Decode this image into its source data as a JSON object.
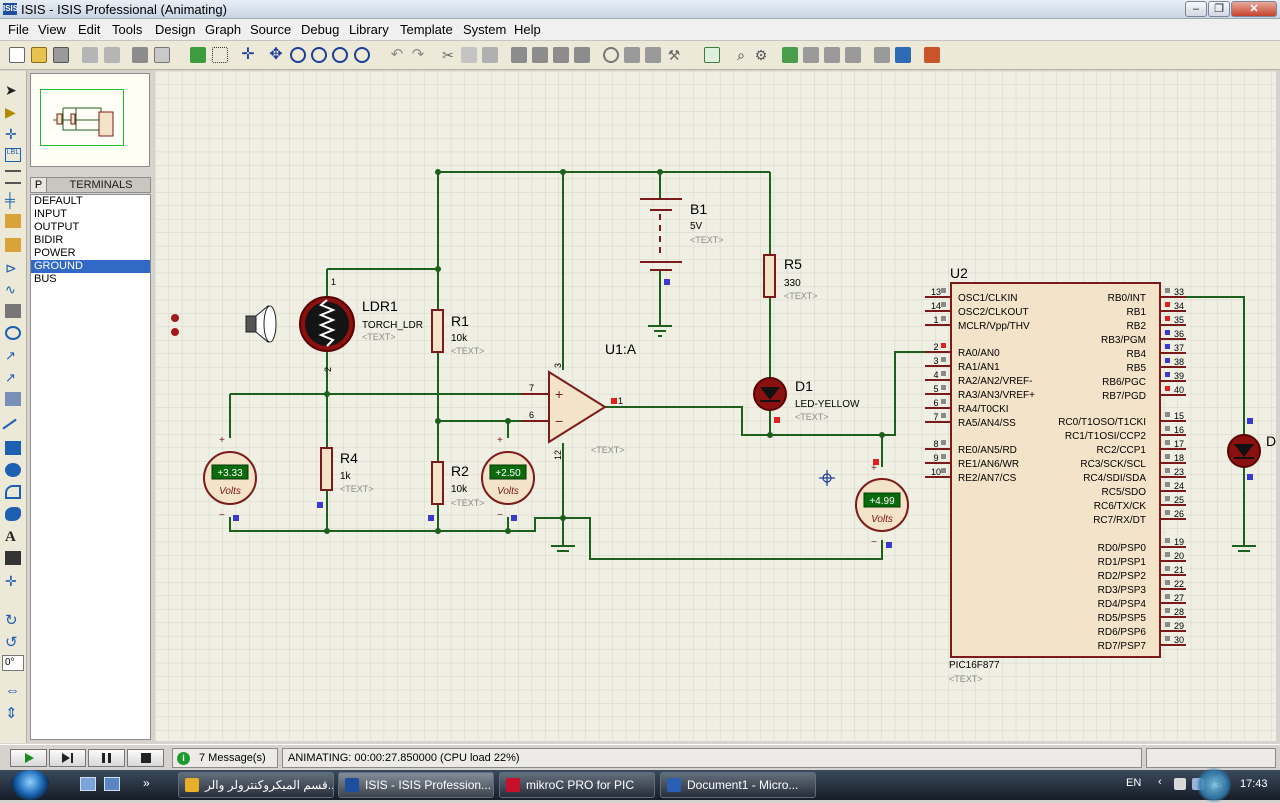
{
  "window": {
    "title": "ISIS - ISIS Professional (Animating)",
    "logo": "ISIS"
  },
  "menu": [
    "File",
    "View",
    "Edit",
    "Tools",
    "Design",
    "Graph",
    "Source",
    "Debug",
    "Library",
    "Template",
    "System",
    "Help"
  ],
  "panel": {
    "mode_button": "P",
    "header": "TERMINALS",
    "items": [
      "DEFAULT",
      "INPUT",
      "OUTPUT",
      "BIDIR",
      "POWER",
      "GROUND",
      "BUS"
    ],
    "selected": "GROUND",
    "rotation": "0°"
  },
  "schematic": {
    "components": {
      "ldr1": {
        "ref": "LDR1",
        "value": "TORCH_LDR",
        "text": "<TEXT>",
        "pin1": "1",
        "pin2": "2"
      },
      "r1": {
        "ref": "R1",
        "value": "10k",
        "text": "<TEXT>"
      },
      "r2": {
        "ref": "R2",
        "value": "10k",
        "text": "<TEXT>"
      },
      "r4": {
        "ref": "R4",
        "value": "1k",
        "text": "<TEXT>"
      },
      "r5": {
        "ref": "R5",
        "value": "330",
        "text": "<TEXT>"
      },
      "b1": {
        "ref": "B1",
        "value": "5V",
        "text": "<TEXT>"
      },
      "u1": {
        "ref": "U1:A",
        "text": "<TEXT>",
        "pin_plus": "7",
        "pin_minus": "6",
        "pin_out": "1",
        "pin_top": "3",
        "pin_bottom": "12"
      },
      "d1": {
        "ref": "D1",
        "value": "LED-YELLOW",
        "text": "<TEXT>"
      },
      "d2": {
        "ref": "D"
      },
      "u2": {
        "ref": "U2",
        "part": "PIC16F877",
        "text": "<TEXT>"
      }
    },
    "voltmeters": [
      {
        "reading": "+3.33",
        "unit": "Volts",
        "plus": "+",
        "minus": "−"
      },
      {
        "reading": "+2.50",
        "unit": "Volts",
        "plus": "+",
        "minus": "−"
      },
      {
        "reading": "+4.99",
        "unit": "Volts",
        "plus": "+",
        "minus": "−"
      }
    ],
    "pic_left_pins": [
      {
        "num": "13",
        "label": "OSC1/CLKIN"
      },
      {
        "num": "14",
        "label": "OSC2/CLKOUT"
      },
      {
        "num": "1",
        "label": "MCLR/Vpp/THV"
      },
      {
        "num": "2",
        "label": "RA0/AN0"
      },
      {
        "num": "3",
        "label": "RA1/AN1"
      },
      {
        "num": "4",
        "label": "RA2/AN2/VREF-"
      },
      {
        "num": "5",
        "label": "RA3/AN3/VREF+"
      },
      {
        "num": "6",
        "label": "RA4/T0CKI"
      },
      {
        "num": "7",
        "label": "RA5/AN4/SS"
      },
      {
        "num": "8",
        "label": "RE0/AN5/RD"
      },
      {
        "num": "9",
        "label": "RE1/AN6/WR"
      },
      {
        "num": "10",
        "label": "RE2/AN7/CS"
      }
    ],
    "pic_right_pins": [
      {
        "num": "33",
        "label": "RB0/INT"
      },
      {
        "num": "34",
        "label": "RB1"
      },
      {
        "num": "35",
        "label": "RB2"
      },
      {
        "num": "36",
        "label": "RB3/PGM"
      },
      {
        "num": "37",
        "label": "RB4"
      },
      {
        "num": "38",
        "label": "RB5"
      },
      {
        "num": "39",
        "label": "RB6/PGC"
      },
      {
        "num": "40",
        "label": "RB7/PGD"
      },
      {
        "num": "15",
        "label": "RC0/T1OSO/T1CKI"
      },
      {
        "num": "16",
        "label": "RC1/T1OSI/CCP2"
      },
      {
        "num": "17",
        "label": "RC2/CCP1"
      },
      {
        "num": "18",
        "label": "RC3/SCK/SCL"
      },
      {
        "num": "23",
        "label": "RC4/SDI/SDA"
      },
      {
        "num": "24",
        "label": "RC5/SDO"
      },
      {
        "num": "25",
        "label": "RC6/TX/CK"
      },
      {
        "num": "26",
        "label": "RC7/RX/DT"
      },
      {
        "num": "19",
        "label": "RD0/PSP0"
      },
      {
        "num": "20",
        "label": "RD1/PSP1"
      },
      {
        "num": "21",
        "label": "RD2/PSP2"
      },
      {
        "num": "22",
        "label": "RD3/PSP3"
      },
      {
        "num": "27",
        "label": "RD4/PSP4"
      },
      {
        "num": "28",
        "label": "RD5/PSP5"
      },
      {
        "num": "29",
        "label": "RD6/PSP6"
      },
      {
        "num": "30",
        "label": "RD7/PSP7"
      }
    ]
  },
  "status": {
    "messages": "7 Message(s)",
    "animation": "ANIMATING: 00:00:27.850000 (CPU load 22%)"
  },
  "taskbar": {
    "items": [
      {
        "label": "قسم الميكروكنترولر والر...",
        "icon_color": "#e8b02a"
      },
      {
        "label": "ISIS - ISIS Profession...",
        "icon_color": "#1e4f9e"
      },
      {
        "label": "mikroC PRO for PIC",
        "icon_color": "#c8102e"
      },
      {
        "label": "Document1 - Micro...",
        "icon_color": "#2b5fb4"
      }
    ],
    "language": "EN",
    "time": "17:43"
  },
  "colors": {
    "wire": "#1d5f1d",
    "component": "#7a1a1a",
    "component_fill": "#f3e3c8",
    "label": "#000000",
    "meta_text": "#8a8a8a",
    "sheet_bg": "#efefe4",
    "meter_display": "#0b6a0b"
  }
}
